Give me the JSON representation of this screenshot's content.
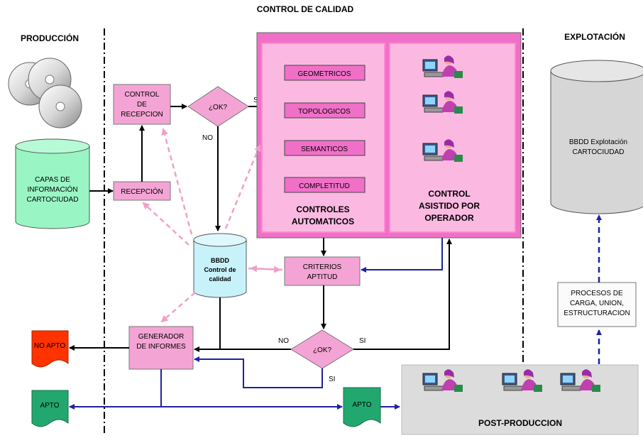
{
  "headers": {
    "control_calidad": "CONTROL DE CALIDAD",
    "produccion": "PRODUCCIÓN",
    "explotacion": "EXPLOTACIÓN"
  },
  "capas": [
    "CAPAS DE",
    "INFORMACIÓN",
    "CARTOCIUDAD"
  ],
  "control_recepcion": [
    "CONTROL",
    "DE",
    "RECEPCION"
  ],
  "recepcion": "RECEPCIÓN",
  "ok_top": "¿OK?",
  "si_top": "SI",
  "no_top": "NO",
  "controles": {
    "geometricos": "GEOMETRICOS",
    "topologicos": "TOPOLOGICOS",
    "semanticos": "SEMANTICOS",
    "completitud": "COMPLETITUD",
    "automaticos": [
      "CONTROLES",
      "AUTOMATICOS"
    ],
    "asistido": [
      "CONTROL",
      "ASISTIDO POR",
      "OPERADOR"
    ]
  },
  "bbdd_calidad": [
    "BBDD",
    "Control de",
    "calidad"
  ],
  "criterios": [
    "CRITERIOS",
    "APTITUD"
  ],
  "generador": [
    "GENERADOR",
    "DE INFORMES"
  ],
  "ok_bottom": "¿OK?",
  "no_bottom": "NO",
  "si_bottom_right": "SI",
  "si_bottom_below": "SI",
  "no_apto": "NO APTO",
  "apto_left": "APTO",
  "apto_right": "APTO",
  "post_produccion": "POST-PRODUCCION",
  "bbdd_explotacion": [
    "BBDD Explotación",
    "CARTOCIUDAD"
  ],
  "procesos": [
    "PROCESOS DE",
    "CARGA, UNION,",
    "ESTRUCTURACION"
  ],
  "colors": {
    "pink": "#f4a4d4",
    "pink_light": "#fbb9e2",
    "magenta": "#e62ea0",
    "green": "#99f5c4",
    "cyan": "#c8f2fa",
    "grey_db": "#d6d6d6",
    "post_bg": "#dcdcdc",
    "no_apto_red": "#ff3300",
    "apto_green": "#22a86e",
    "blue_arrow": "#2020a0",
    "dashed_pink": "#f0a0c8"
  }
}
